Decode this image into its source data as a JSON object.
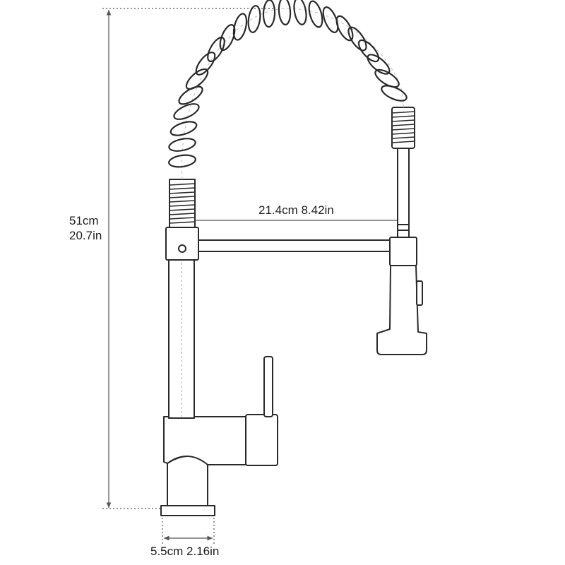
{
  "dimensions": {
    "height_cm": "51cm",
    "height_in": "20.7in",
    "reach": "21.4cm 8.42in",
    "base_diameter": "5.5cm 2.16in"
  },
  "colors": {
    "line": "#2a2a2a",
    "dimension_line": "#555555",
    "text": "#1e1e1e"
  }
}
